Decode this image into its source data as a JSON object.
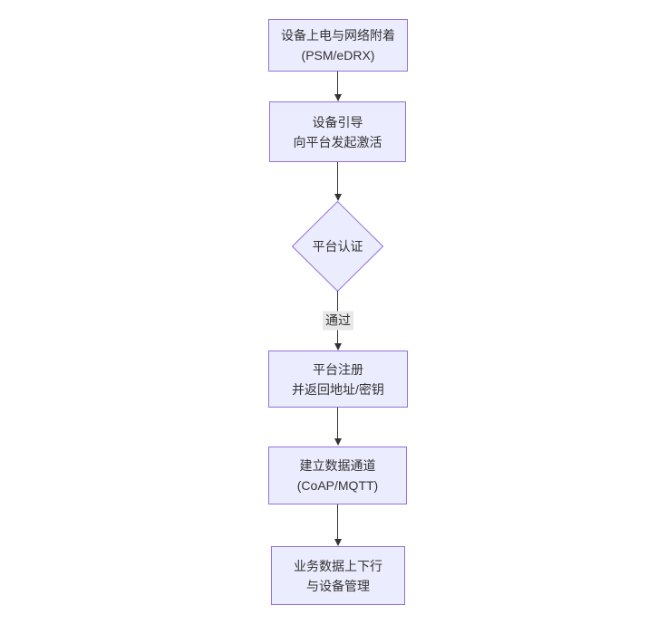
{
  "diagram": {
    "type": "flowchart",
    "direction": "top-down",
    "colors": {
      "node_fill": "#ECECFF",
      "node_border": "#9370DB",
      "edge_line": "#333333",
      "edge_label_bg": "#e8e8e8",
      "text": "#333333",
      "background": "#ffffff"
    },
    "nodes": [
      {
        "id": "power",
        "shape": "rect",
        "label": "设备上电与网络附着\n(PSM/eDRX)"
      },
      {
        "id": "boot",
        "shape": "rect",
        "label": "设备引导\n向平台发起激活"
      },
      {
        "id": "auth",
        "shape": "diamond",
        "label": "平台认证"
      },
      {
        "id": "reg",
        "shape": "rect",
        "label": "平台注册\n并返回地址/密钥"
      },
      {
        "id": "channel",
        "shape": "rect",
        "label": "建立数据通道\n(CoAP/MQTT)"
      },
      {
        "id": "biz",
        "shape": "rect",
        "label": "业务数据上下行\n与设备管理"
      }
    ],
    "edges": [
      {
        "from": "power",
        "to": "boot",
        "label": ""
      },
      {
        "from": "boot",
        "to": "auth",
        "label": ""
      },
      {
        "from": "auth",
        "to": "reg",
        "label": "通过"
      },
      {
        "from": "reg",
        "to": "channel",
        "label": ""
      },
      {
        "from": "channel",
        "to": "biz",
        "label": ""
      }
    ]
  }
}
